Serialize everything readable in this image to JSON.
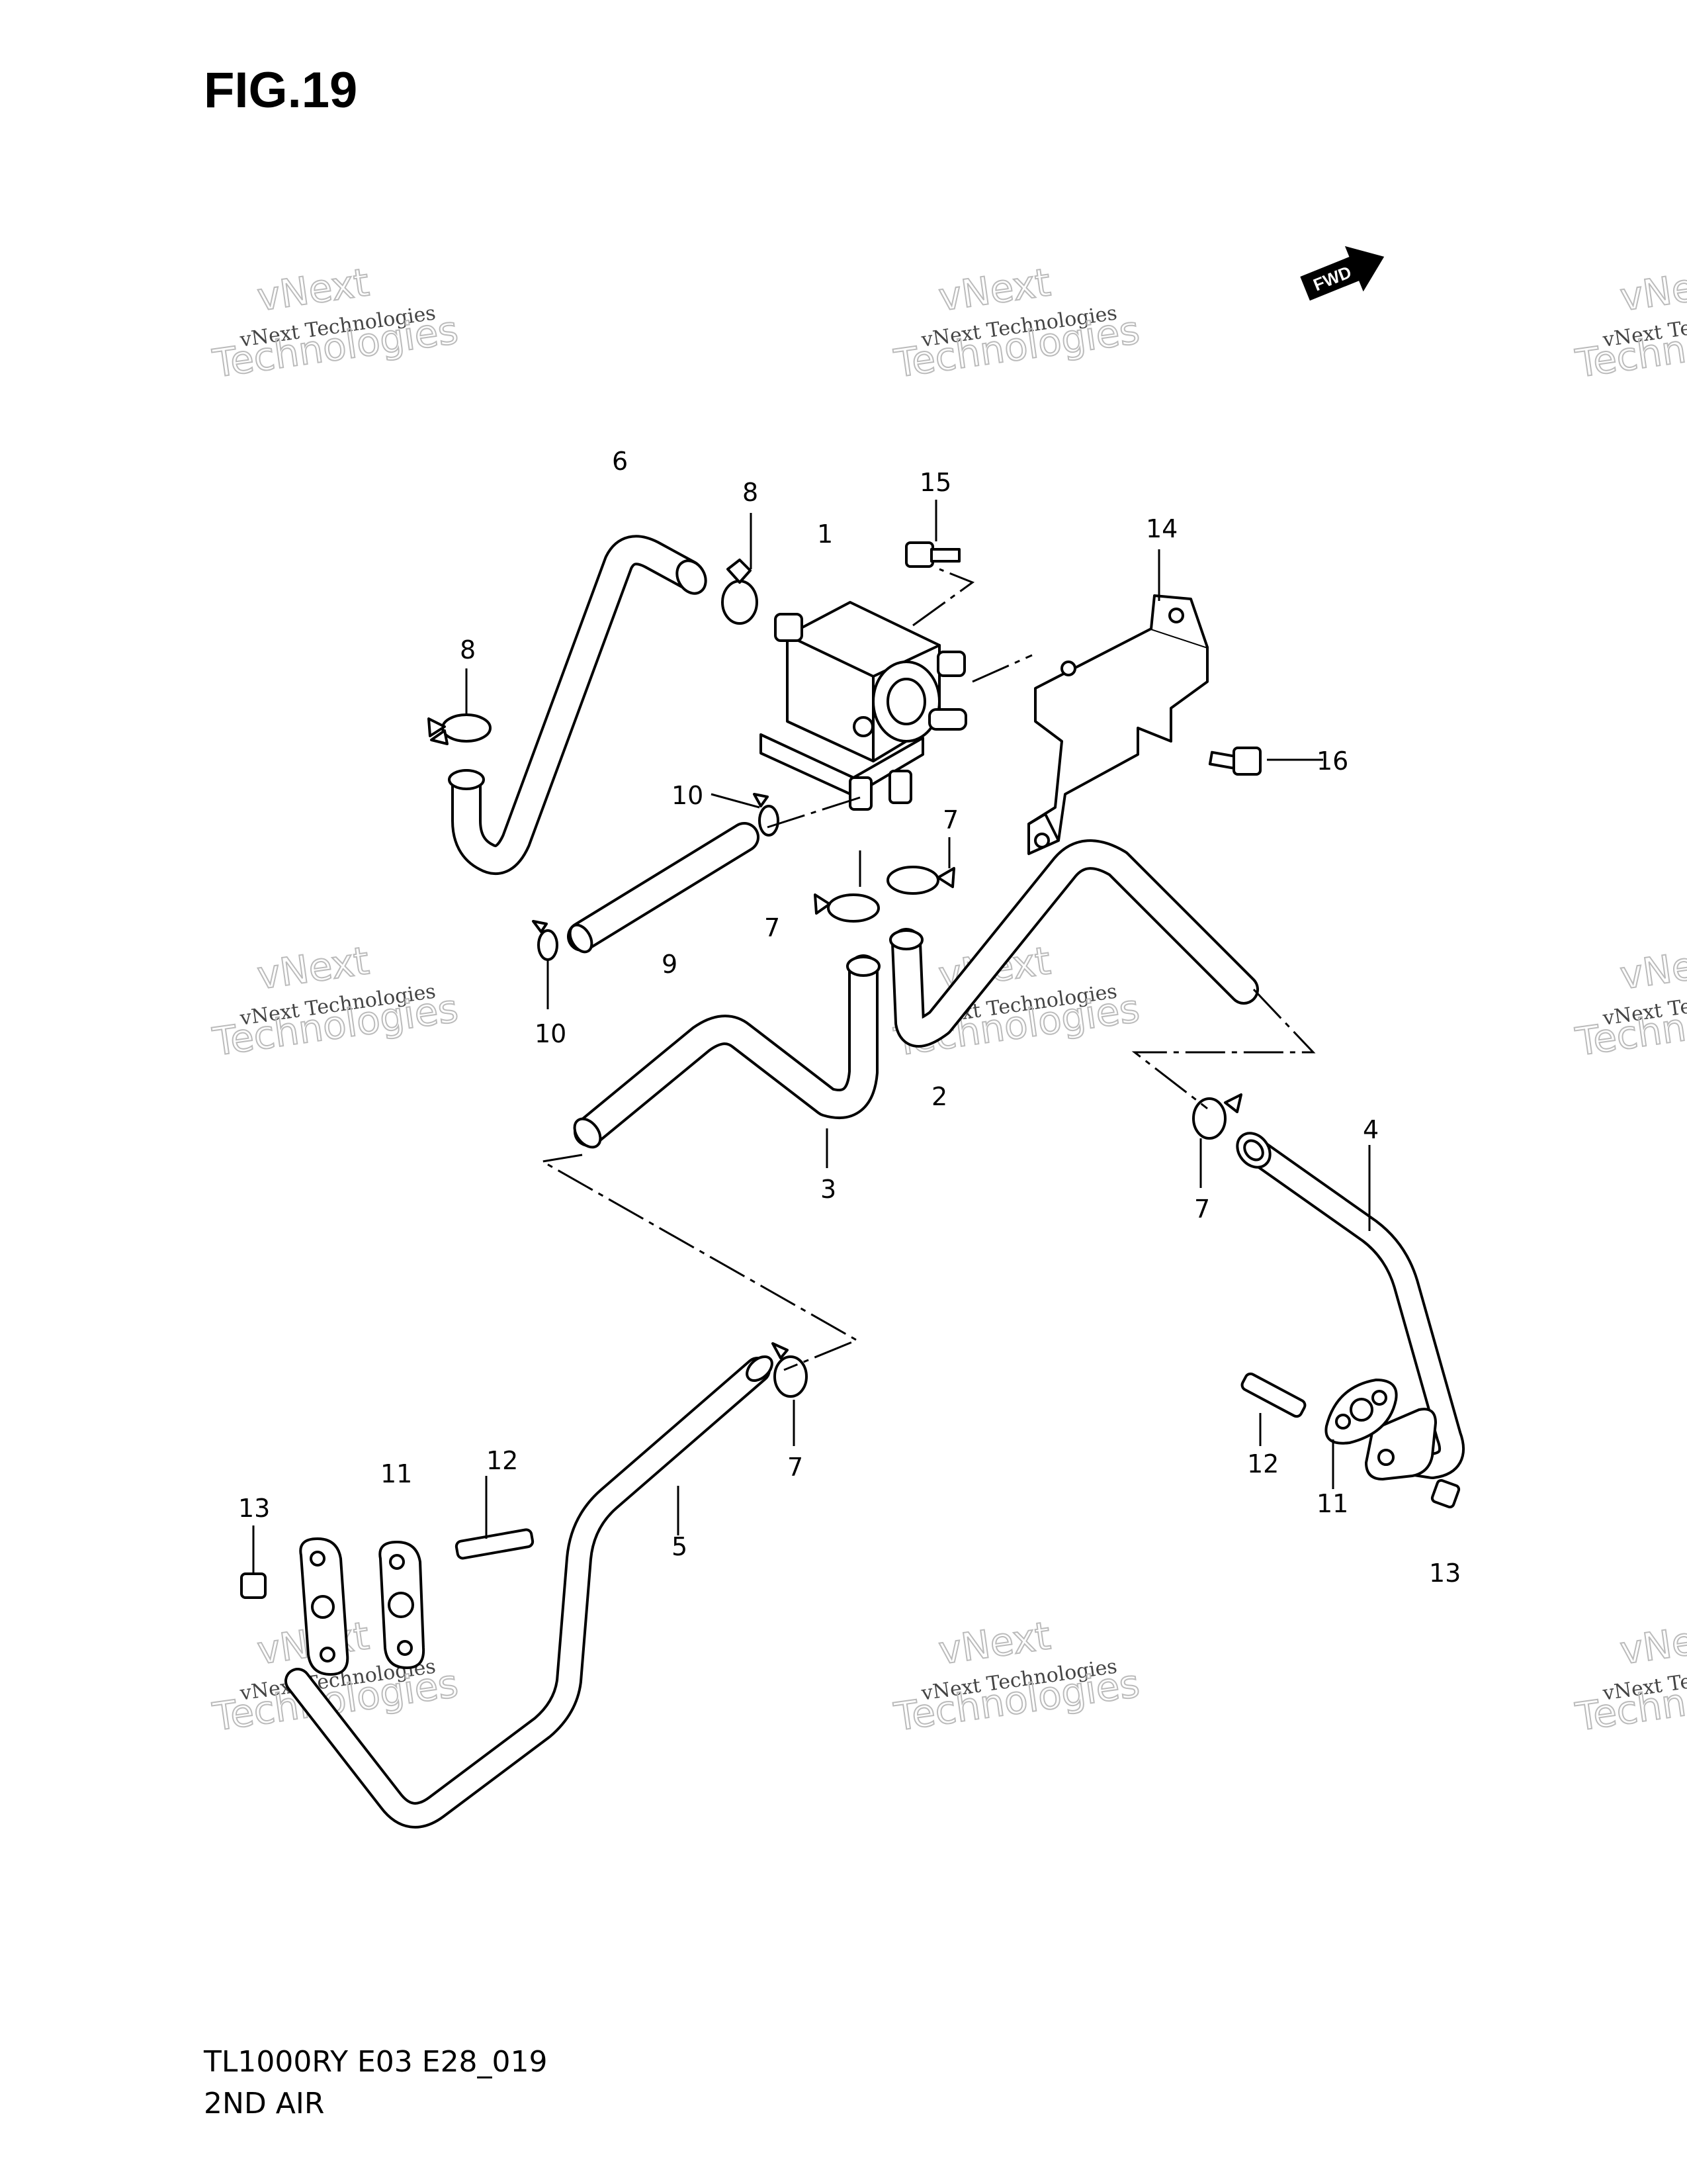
{
  "figure": {
    "title": "FIG.19",
    "model_code": "TL1000RY E03 E28_019",
    "section_name": "2ND AIR",
    "fwd_label": "FWD"
  },
  "watermark": {
    "line1": "vNext Technologies",
    "line2": "vNext",
    "line3": "Technologies"
  },
  "callouts": [
    {
      "id": "c6",
      "label": "6"
    },
    {
      "id": "c8a",
      "label": "8"
    },
    {
      "id": "c1",
      "label": "1"
    },
    {
      "id": "c15",
      "label": "15"
    },
    {
      "id": "c14",
      "label": "14"
    },
    {
      "id": "c8b",
      "label": "8"
    },
    {
      "id": "c16",
      "label": "16"
    },
    {
      "id": "c10a",
      "label": "10"
    },
    {
      "id": "c7a",
      "label": "7"
    },
    {
      "id": "c7b",
      "label": "7"
    },
    {
      "id": "c9",
      "label": "9"
    },
    {
      "id": "c10b",
      "label": "10"
    },
    {
      "id": "c2",
      "label": "2"
    },
    {
      "id": "c3",
      "label": "3"
    },
    {
      "id": "c4",
      "label": "4"
    },
    {
      "id": "c7c",
      "label": "7"
    },
    {
      "id": "c12a",
      "label": "12"
    },
    {
      "id": "c11a",
      "label": "11"
    },
    {
      "id": "c7d",
      "label": "7"
    },
    {
      "id": "c11b",
      "label": "11"
    },
    {
      "id": "c12b",
      "label": "12"
    },
    {
      "id": "c13a",
      "label": "13"
    },
    {
      "id": "c5",
      "label": "5"
    },
    {
      "id": "c13b",
      "label": "13"
    }
  ]
}
